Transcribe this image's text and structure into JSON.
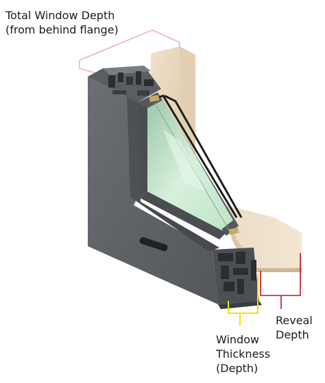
{
  "labels": {
    "total_window_depth": {
      "line1": "Total Window Depth",
      "line2": "(from behind flange)"
    },
    "window_thickness": {
      "line1": "Window",
      "line2": "Thickness",
      "line3": "(Depth)"
    },
    "reveal_depth": {
      "line1": "Reveal",
      "line2": "Depth"
    }
  },
  "colors": {
    "total_depth_bracket": "#f0a0c8",
    "window_thickness_bracket": "#f4e000",
    "reveal_depth_bracket": "#c8102e",
    "frame": "#5c5f63",
    "frame_dark": "#3f4245",
    "wood": "#e8d6bd",
    "glass": "#c8e6d0",
    "glass_edge": "#1c1c1c"
  }
}
